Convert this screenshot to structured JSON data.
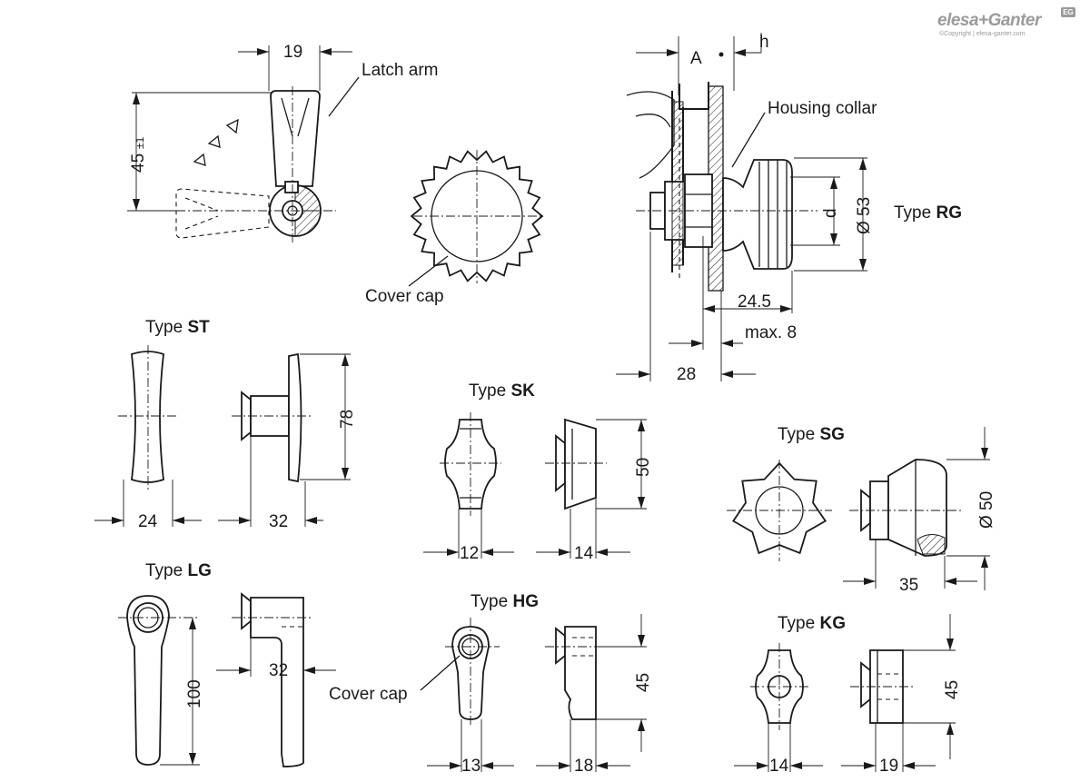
{
  "logo": {
    "brand": "elesa+Ganter",
    "sub": "©Copyright | elesa-ganter.com",
    "badge": "EG"
  },
  "labels": {
    "latch_arm": "Latch arm",
    "cover_cap_top": "Cover cap",
    "housing_collar": "Housing collar",
    "cover_cap_hg": "Cover cap",
    "a": "A",
    "h": "h",
    "d": "d"
  },
  "types": {
    "rg": {
      "prefix": "Type",
      "code": "RG"
    },
    "st": {
      "prefix": "Type",
      "code": "ST"
    },
    "sk": {
      "prefix": "Type",
      "code": "SK"
    },
    "sg": {
      "prefix": "Type",
      "code": "SG"
    },
    "lg": {
      "prefix": "Type",
      "code": "LG"
    },
    "hg": {
      "prefix": "Type",
      "code": "HG"
    },
    "kg": {
      "prefix": "Type",
      "code": "KG"
    }
  },
  "dimensions": {
    "latch_width": "19",
    "latch_height": "45",
    "latch_tolerance": "±1",
    "rg_diameter": "Ø 53",
    "rg_length": "24.5",
    "rg_max": "max. 8",
    "rg_total": "28",
    "st_width": "24",
    "st_depth": "32",
    "st_height": "78",
    "sk_width": "12",
    "sk_depth": "14",
    "sk_height": "50",
    "sg_diameter": "Ø 50",
    "sg_depth": "35",
    "lg_height": "100",
    "lg_depth": "32",
    "hg_width": "13",
    "hg_depth": "18",
    "hg_height": "45",
    "kg_width": "14",
    "kg_depth": "19",
    "kg_height": "45"
  }
}
